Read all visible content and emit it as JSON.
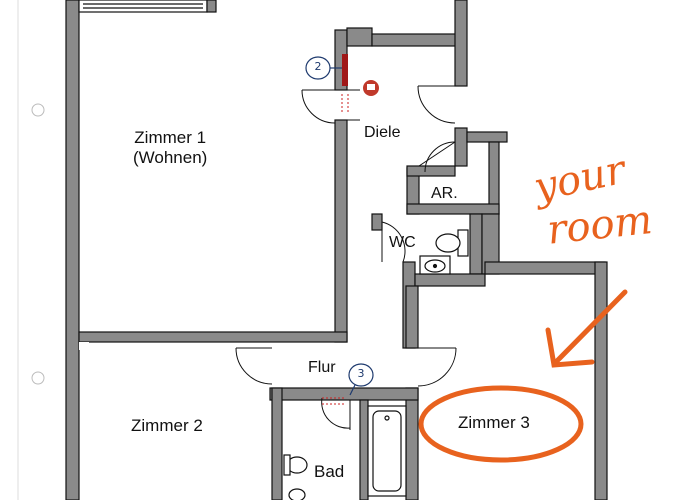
{
  "plan": {
    "rooms": {
      "zimmer1_name": "Zimmer 1",
      "zimmer1_sub": "(Wohnen)",
      "diele": "Diele",
      "abstellraum": "AR.",
      "wc": "WC",
      "flur": "Flur",
      "zimmer2": "Zimmer 2",
      "zimmer3": "Zimmer 3",
      "bad": "Bad"
    },
    "markers": {
      "marker_a": "2",
      "marker_b": "3"
    }
  },
  "annotation": {
    "line1": "your",
    "line2": "room",
    "color": "#e8621e"
  },
  "colors": {
    "wall": "#888888",
    "wall_outline": "#111111",
    "marker": "#1e3a6e",
    "dashed": "#cc2222",
    "door_mark": "#a01818"
  }
}
